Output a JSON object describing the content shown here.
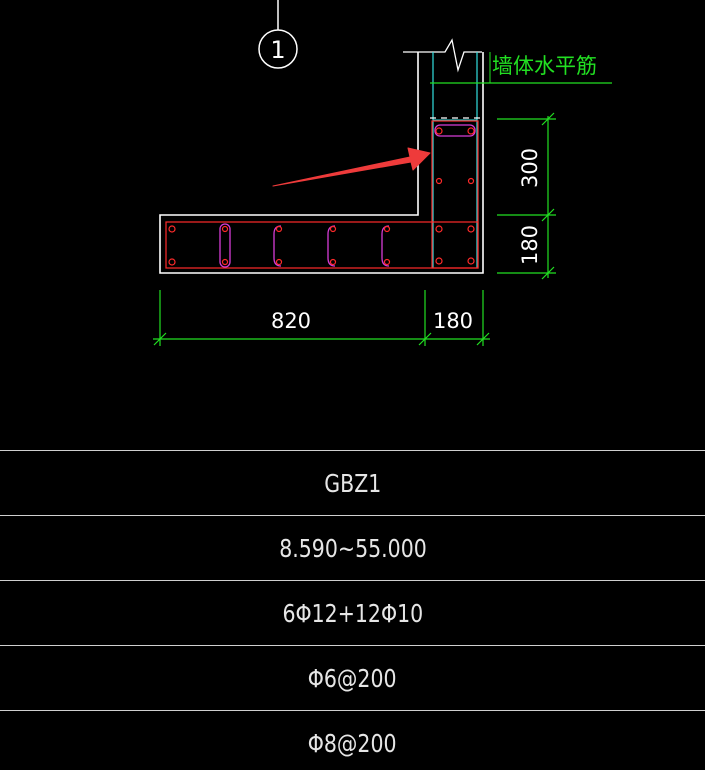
{
  "drawing": {
    "axis_label": "1",
    "wall_rebar_label": "墙体水平筋",
    "dims": {
      "flange_length": "820",
      "web_thickness_h": "180",
      "web_extension": "300",
      "flange_thickness": "180"
    },
    "colors": {
      "outline": "#ffffff",
      "rebar": "#ff2a2a",
      "ties": "#d63cd6",
      "dimension": "#22e022",
      "wall_lines": "#33e0e0",
      "arrow": "#ee3b3b"
    }
  },
  "table": {
    "rows": [
      "GBZ1",
      "8.590~55.000",
      "6Φ12+12Φ10",
      "Φ6@200",
      "Φ8@200"
    ]
  }
}
